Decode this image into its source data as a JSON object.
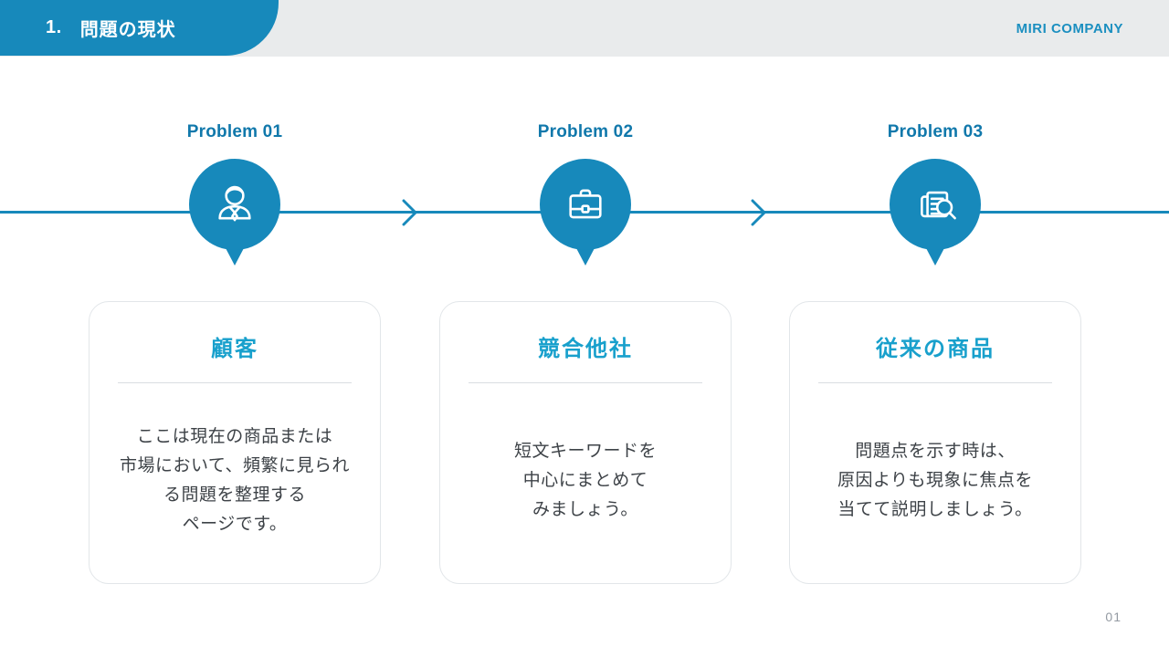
{
  "header": {
    "section_number": "1.",
    "section_title": "問題の現状",
    "company_name": "MIRI COMPANY"
  },
  "colors": {
    "accent": "#1789bb",
    "label_blue": "#1078ab",
    "card_title": "#18a0cc",
    "company_blue": "#1b8fc0",
    "body_text": "#3d4247",
    "header_bg": "#e9ebec"
  },
  "problems": [
    {
      "label": "Problem 01",
      "icon": "businessperson-icon",
      "card_title": "顧客",
      "card_body": "ここは現在の商品または\n市場において、頻繁に見られ\nる問題を整理する\nページです。"
    },
    {
      "label": "Problem 02",
      "icon": "briefcase-icon",
      "card_title": "競合他社",
      "card_body": "短文キーワードを\n中心にまとめて\nみましょう。"
    },
    {
      "label": "Problem 03",
      "icon": "news-magnifier-icon",
      "card_title": "従来の商品",
      "card_body": "問題点を示す時は、\n原因よりも現象に焦点を\n当てて説明しましょう。"
    }
  ],
  "footer": {
    "page_number": "01"
  }
}
